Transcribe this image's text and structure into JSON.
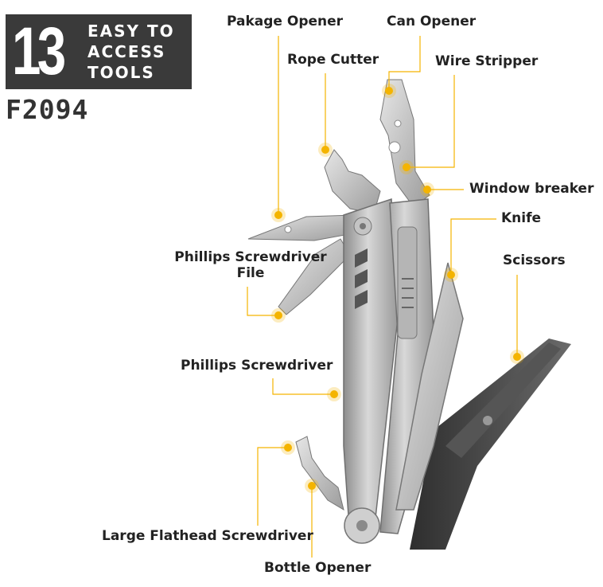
{
  "badge": {
    "number": "13",
    "line1": "EASY TO",
    "line2": "ACCESS",
    "line3": "TOOLS"
  },
  "model": "F2094",
  "accent_color": "#f5b400",
  "labels": {
    "package_opener": "Pakage Opener",
    "can_opener": "Can Opener",
    "rope_cutter": "Rope Cutter",
    "wire_stripper": "Wire Stripper",
    "window_breaker": "Window breaker",
    "knife": "Knife",
    "scissors": "Scissors",
    "phillips_file_line1": "Phillips Screwdriver",
    "phillips_file_line2": "File",
    "phillips_screwdriver": "Phillips Screwdriver",
    "large_flathead": "Large Flathead Screwdriver",
    "bottle_opener": "Bottle Opener"
  }
}
